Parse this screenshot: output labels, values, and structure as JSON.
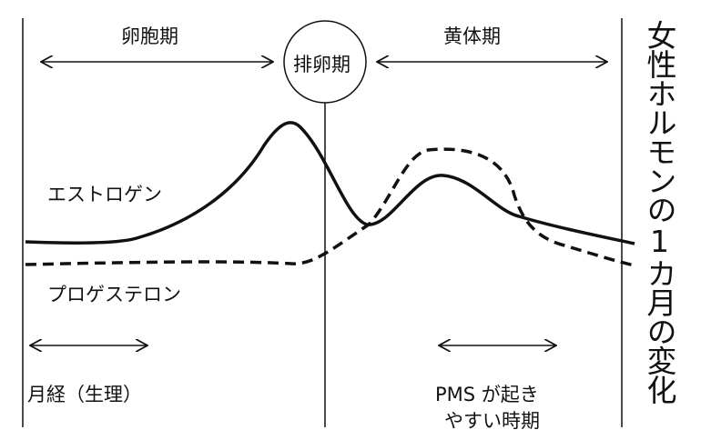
{
  "title": "女性ホルモンの1カ月の変化",
  "phases": {
    "follicular": "卵胞期",
    "ovulation": "排卵期",
    "luteal": "黄体期"
  },
  "series": {
    "estrogen": "エストロゲン",
    "progesterone": "プロゲステロン"
  },
  "periods": {
    "menstruation": "月経（生理）",
    "pms_line1": "PMS が起き",
    "pms_line2": "やすい時期"
  },
  "colors": {
    "ink": "#111111",
    "background": "#ffffff"
  }
}
